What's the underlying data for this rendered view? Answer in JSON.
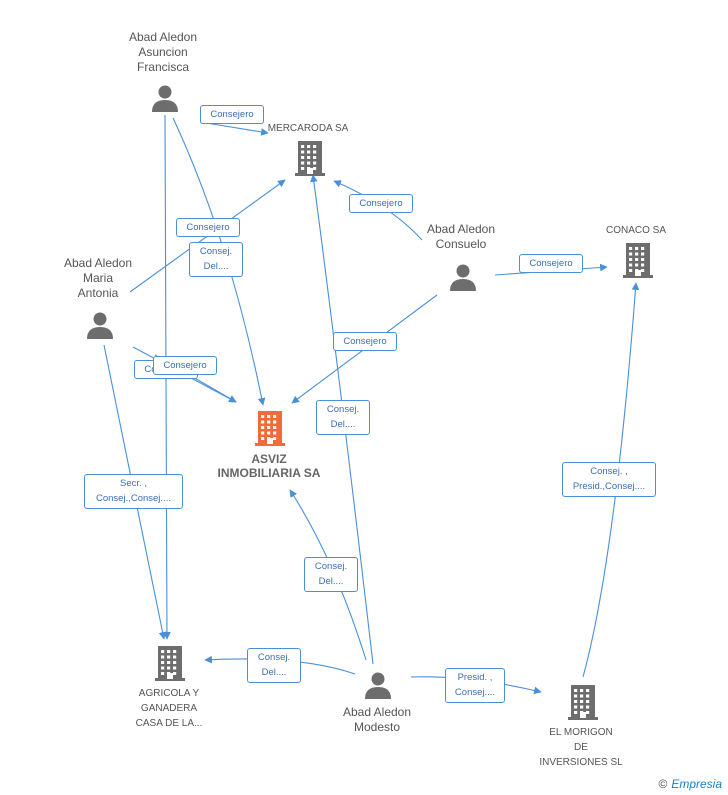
{
  "nodes": {
    "abad_asuncion": {
      "type": "person",
      "label": [
        "Abad Aledon",
        "Asuncion",
        "Francisca"
      ]
    },
    "mercaroda": {
      "type": "company",
      "label": [
        "MERCARODA SA"
      ]
    },
    "abad_consuelo": {
      "type": "person",
      "label": [
        "Abad Aledon",
        "Consuelo"
      ]
    },
    "conaco": {
      "type": "company",
      "label": [
        "CONACO SA"
      ]
    },
    "abad_maria": {
      "type": "person",
      "label": [
        "Abad Aledon",
        "Maria",
        "Antonia"
      ]
    },
    "asviz": {
      "type": "focus",
      "label": [
        "ASVIZ",
        "INMOBILIARIA SA"
      ]
    },
    "agricola": {
      "type": "company",
      "label": [
        "AGRICOLA Y",
        "GANADERA",
        "CASA DE LA..."
      ]
    },
    "abad_modesto": {
      "type": "person",
      "label": [
        "Abad Aledon",
        "Modesto"
      ]
    },
    "el_morigon": {
      "type": "company",
      "label": [
        "EL MORIGON",
        "DE",
        "INVERSIONES SL"
      ]
    }
  },
  "edges": [
    {
      "id": "e1",
      "label": [
        "Consejero"
      ]
    },
    {
      "id": "e2",
      "label": [
        "Consejero"
      ]
    },
    {
      "id": "e3",
      "label": [
        "Consej.",
        "Del...."
      ]
    },
    {
      "id": "e4",
      "label": [
        "Consejero"
      ]
    },
    {
      "id": "e5",
      "label": [
        "Consejero"
      ]
    },
    {
      "id": "e6",
      "label": [
        "Consejero"
      ]
    },
    {
      "id": "e7",
      "label": [
        "Consejero"
      ]
    },
    {
      "id": "e8",
      "label": [
        "Consejero"
      ]
    },
    {
      "id": "e9",
      "label": [
        "Secr. ,",
        "Consej.,Consej...."
      ]
    },
    {
      "id": "e10",
      "label": [
        "Consej.",
        "Del...."
      ]
    },
    {
      "id": "e11",
      "label": [
        "Consej.",
        "Del...."
      ]
    },
    {
      "id": "e12",
      "label": [
        "Consej.",
        "Del...."
      ]
    },
    {
      "id": "e13",
      "label": [
        "Presid. ,",
        "Consej...."
      ]
    },
    {
      "id": "e14",
      "label": [
        "Consej. ,",
        "Presid.,Consej...."
      ]
    }
  ],
  "colors": {
    "edge": "#4a90d9",
    "icon": "#6d6d6d",
    "focus": "#f26a3a"
  },
  "brand": {
    "copyright": "©",
    "name": "Empresia"
  }
}
